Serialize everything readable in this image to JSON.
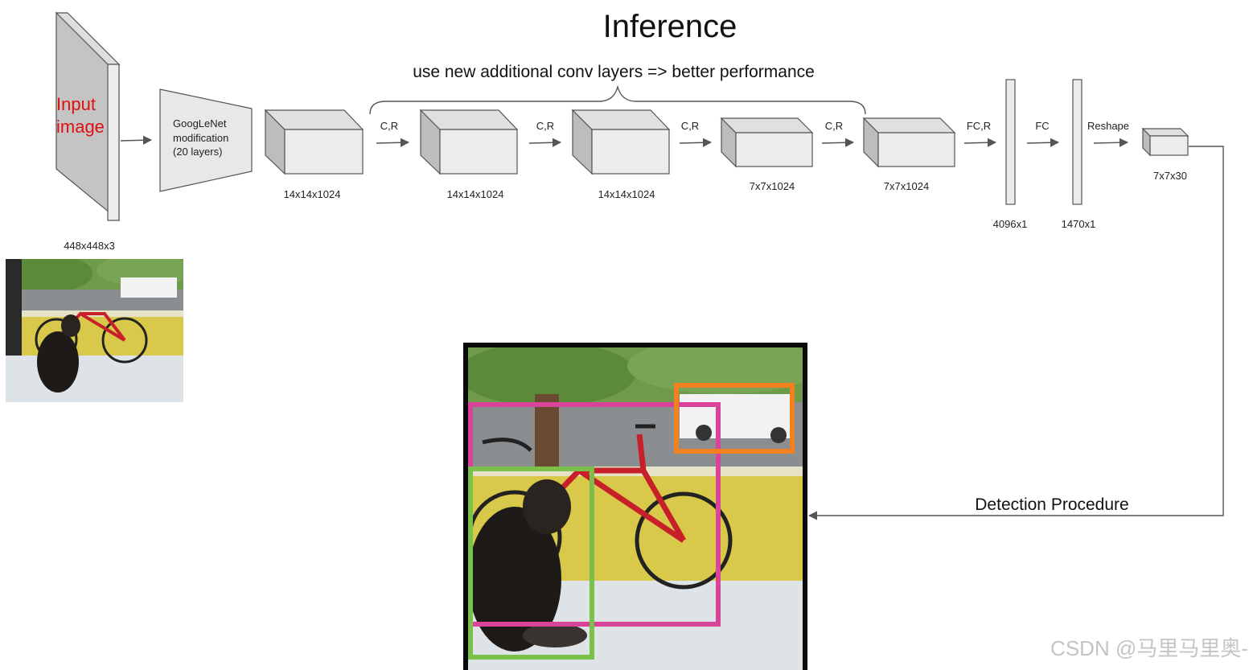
{
  "title": "Inference",
  "brace_caption": "use new additional conv layers => better performance",
  "input": {
    "text_line1": "Input",
    "text_line2": "image",
    "size": "448x448x3"
  },
  "googlenet": {
    "line1": "GoogLeNet",
    "line2": "modification",
    "line3": "(20 layers)"
  },
  "stages": [
    {
      "size": "14x14x1024",
      "op": ""
    },
    {
      "size": "14x14x1024",
      "op": "C,R"
    },
    {
      "size": "14x14x1024",
      "op": "C,R"
    },
    {
      "size": "7x7x1024",
      "op": "C,R"
    },
    {
      "size": "7x7x1024",
      "op": "C,R"
    }
  ],
  "fc_layers": [
    {
      "size": "4096x1",
      "op": "FC,R"
    },
    {
      "size": "1470x1",
      "op": "FC"
    }
  ],
  "reshape": {
    "op": "Reshape",
    "size": "7x7x30"
  },
  "detection_label": "Detection Procedure",
  "watermark": "CSDN @马里马里奥-",
  "colors": {
    "person_box": "#d9439a",
    "car_box": "#f08020",
    "dog_box": "#7ac04a",
    "input_text": "#e01010"
  }
}
